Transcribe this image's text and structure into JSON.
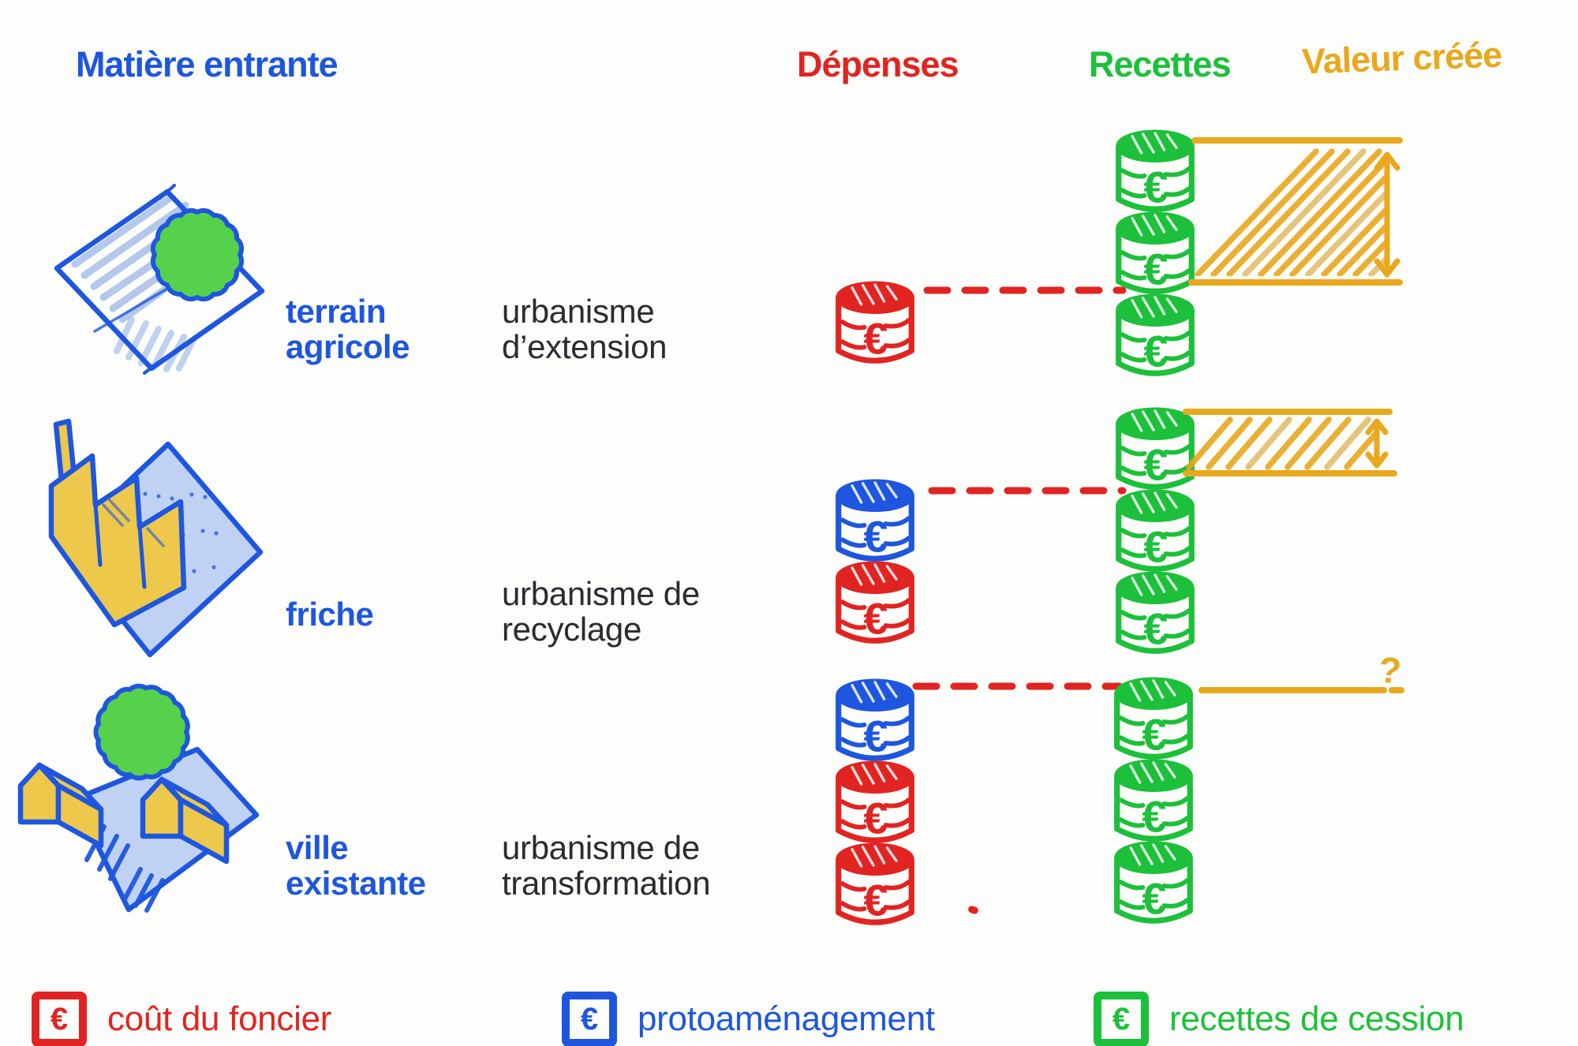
{
  "header": {
    "matiere": "Matière entrante",
    "depenses": "Dépenses",
    "recettes": "Recettes",
    "valeur": "Valeur créée"
  },
  "coin_symbol": "€",
  "rows": [
    {
      "name": "terrain-agricole",
      "label_lines": [
        "terrain",
        "agricole"
      ],
      "urbanisme_lines": [
        "urbanisme",
        "d’extension"
      ],
      "expense_coins": [
        "foncier"
      ],
      "revenue_coins": [
        "cession",
        "cession",
        "cession"
      ],
      "value_created": "large-hatched-band"
    },
    {
      "name": "friche",
      "label_lines": [
        "friche"
      ],
      "urbanisme_lines": [
        "urbanisme de",
        "recyclage"
      ],
      "expense_coins": [
        "proto",
        "foncier"
      ],
      "revenue_coins": [
        "cession",
        "cession",
        "cession"
      ],
      "value_created": "small-hatched-band"
    },
    {
      "name": "ville-existante",
      "label_lines": [
        "ville",
        "existante"
      ],
      "urbanisme_lines": [
        "urbanisme de",
        "transformation"
      ],
      "expense_coins": [
        "proto",
        "foncier",
        "foncier"
      ],
      "revenue_coins": [
        "cession",
        "cession",
        "cession"
      ],
      "value_created": "unknown",
      "value_note": "?"
    }
  ],
  "legend": [
    {
      "key": "foncier",
      "symbol": "€",
      "label": "coût du foncier"
    },
    {
      "key": "proto",
      "symbol": "€",
      "label": "protoaménagement"
    },
    {
      "key": "cession",
      "symbol": "€",
      "label": "recettes de cession"
    }
  ],
  "colors": {
    "background": "#fdfdfb",
    "blue": "#1e56df",
    "light_blue_fill": "#c0d2f3",
    "light_blue_hatch": "#a7bfe8",
    "red": "#e12422",
    "green": "#1cc03a",
    "tree_green": "#56d14c",
    "yellow": "#e9a81e",
    "yellow_light": "#e3c06e",
    "building_yellow": "#edc84a",
    "text_dark": "#2b2b30",
    "coin_colors": {
      "foncier": "#e12422",
      "proto": "#1e56df",
      "cession": "#1cc03a"
    }
  }
}
